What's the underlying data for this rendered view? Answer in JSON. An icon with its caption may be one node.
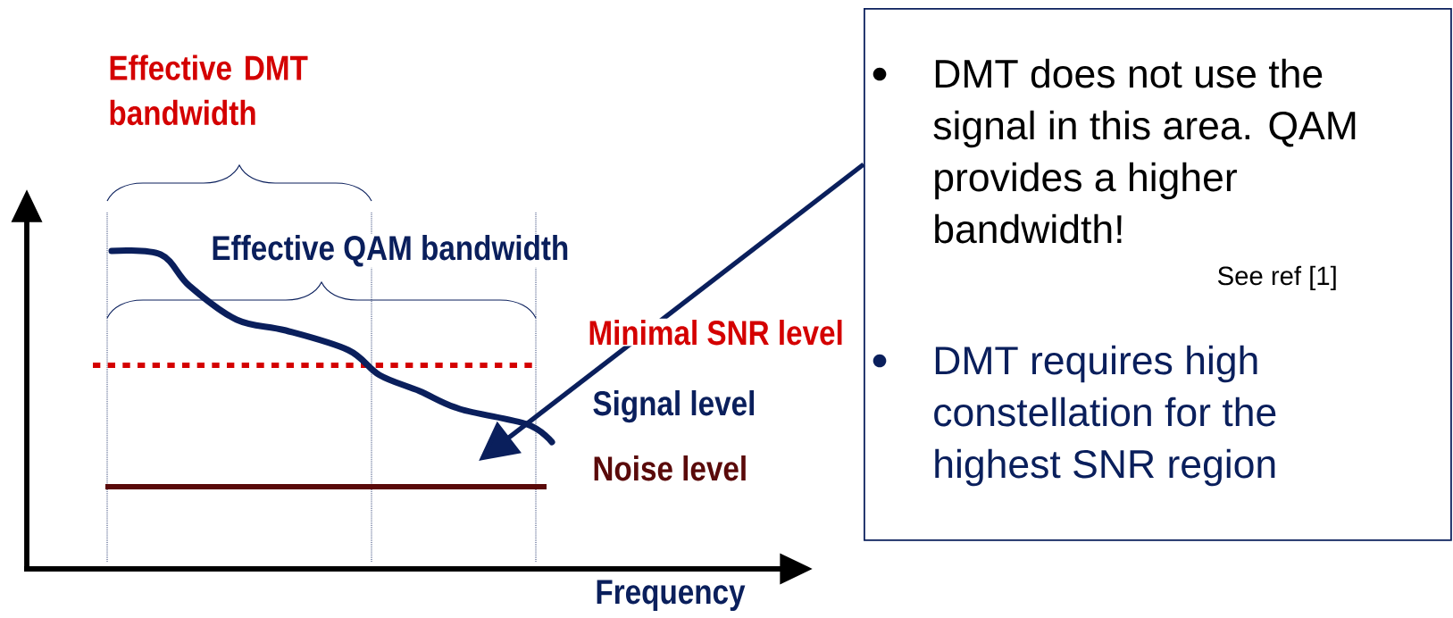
{
  "diagram": {
    "nodes": [
      {
        "text": [
          "DMT does not use the signal in this area. QAM provides a higher bandwidth!",
          "See ref [1]",
          "DMT requires high constellation for the highest SNR region"
        ]
      },
      {
        "text": [],
        "shape": "curve"
      }
    ],
    "edges": [
      {
        "from": 0,
        "to": 1,
        "arrow": "to"
      }
    ],
    "labels": [
      "Effective DMT bandwidth",
      "Effective QAM bandwidth",
      "Minimal SNR level",
      "Signal level",
      "Noise level",
      "Frequency"
    ]
  }
}
